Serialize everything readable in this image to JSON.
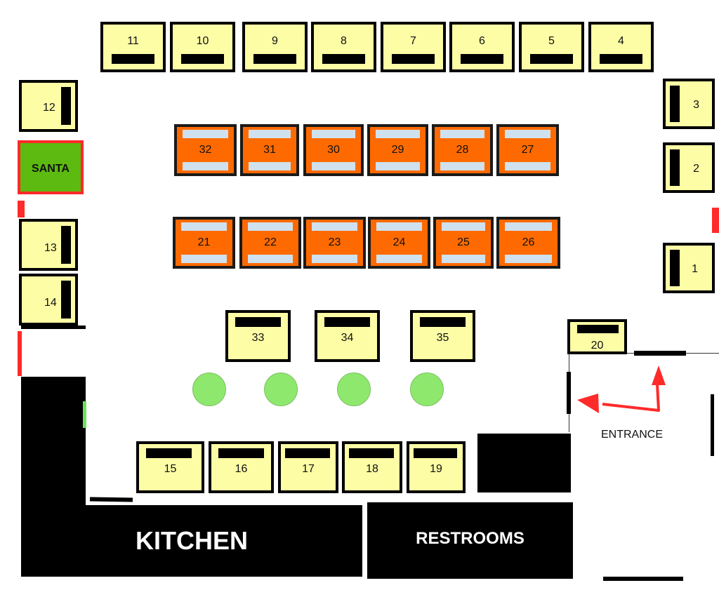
{
  "booths_top": [
    "11",
    "10",
    "9",
    "8",
    "7",
    "6",
    "5",
    "4"
  ],
  "booths_right": [
    "3",
    "2",
    "1"
  ],
  "booths_left": [
    "12",
    "13",
    "14"
  ],
  "santa_label": "SANTA",
  "orange_row1": [
    "32",
    "31",
    "30",
    "29",
    "28",
    "27"
  ],
  "orange_row2": [
    "21",
    "22",
    "23",
    "24",
    "25",
    "26"
  ],
  "middle_booths": [
    "33",
    "34",
    "35"
  ],
  "booth_20": "20",
  "bottom_booths": [
    "15",
    "16",
    "17",
    "18",
    "19"
  ],
  "kitchen_label": "KITCHEN",
  "restrooms_label": "RESTROOMS",
  "entrance_label": "ENTRANCE",
  "colors": {
    "booth_fill": "#fdfda6",
    "table_orange": "#ff6a00",
    "table_pad": "#cfe1ee",
    "santa_green": "#5cba10",
    "accent_red": "#ff2a2a",
    "circle_green": "#8ee86d"
  }
}
